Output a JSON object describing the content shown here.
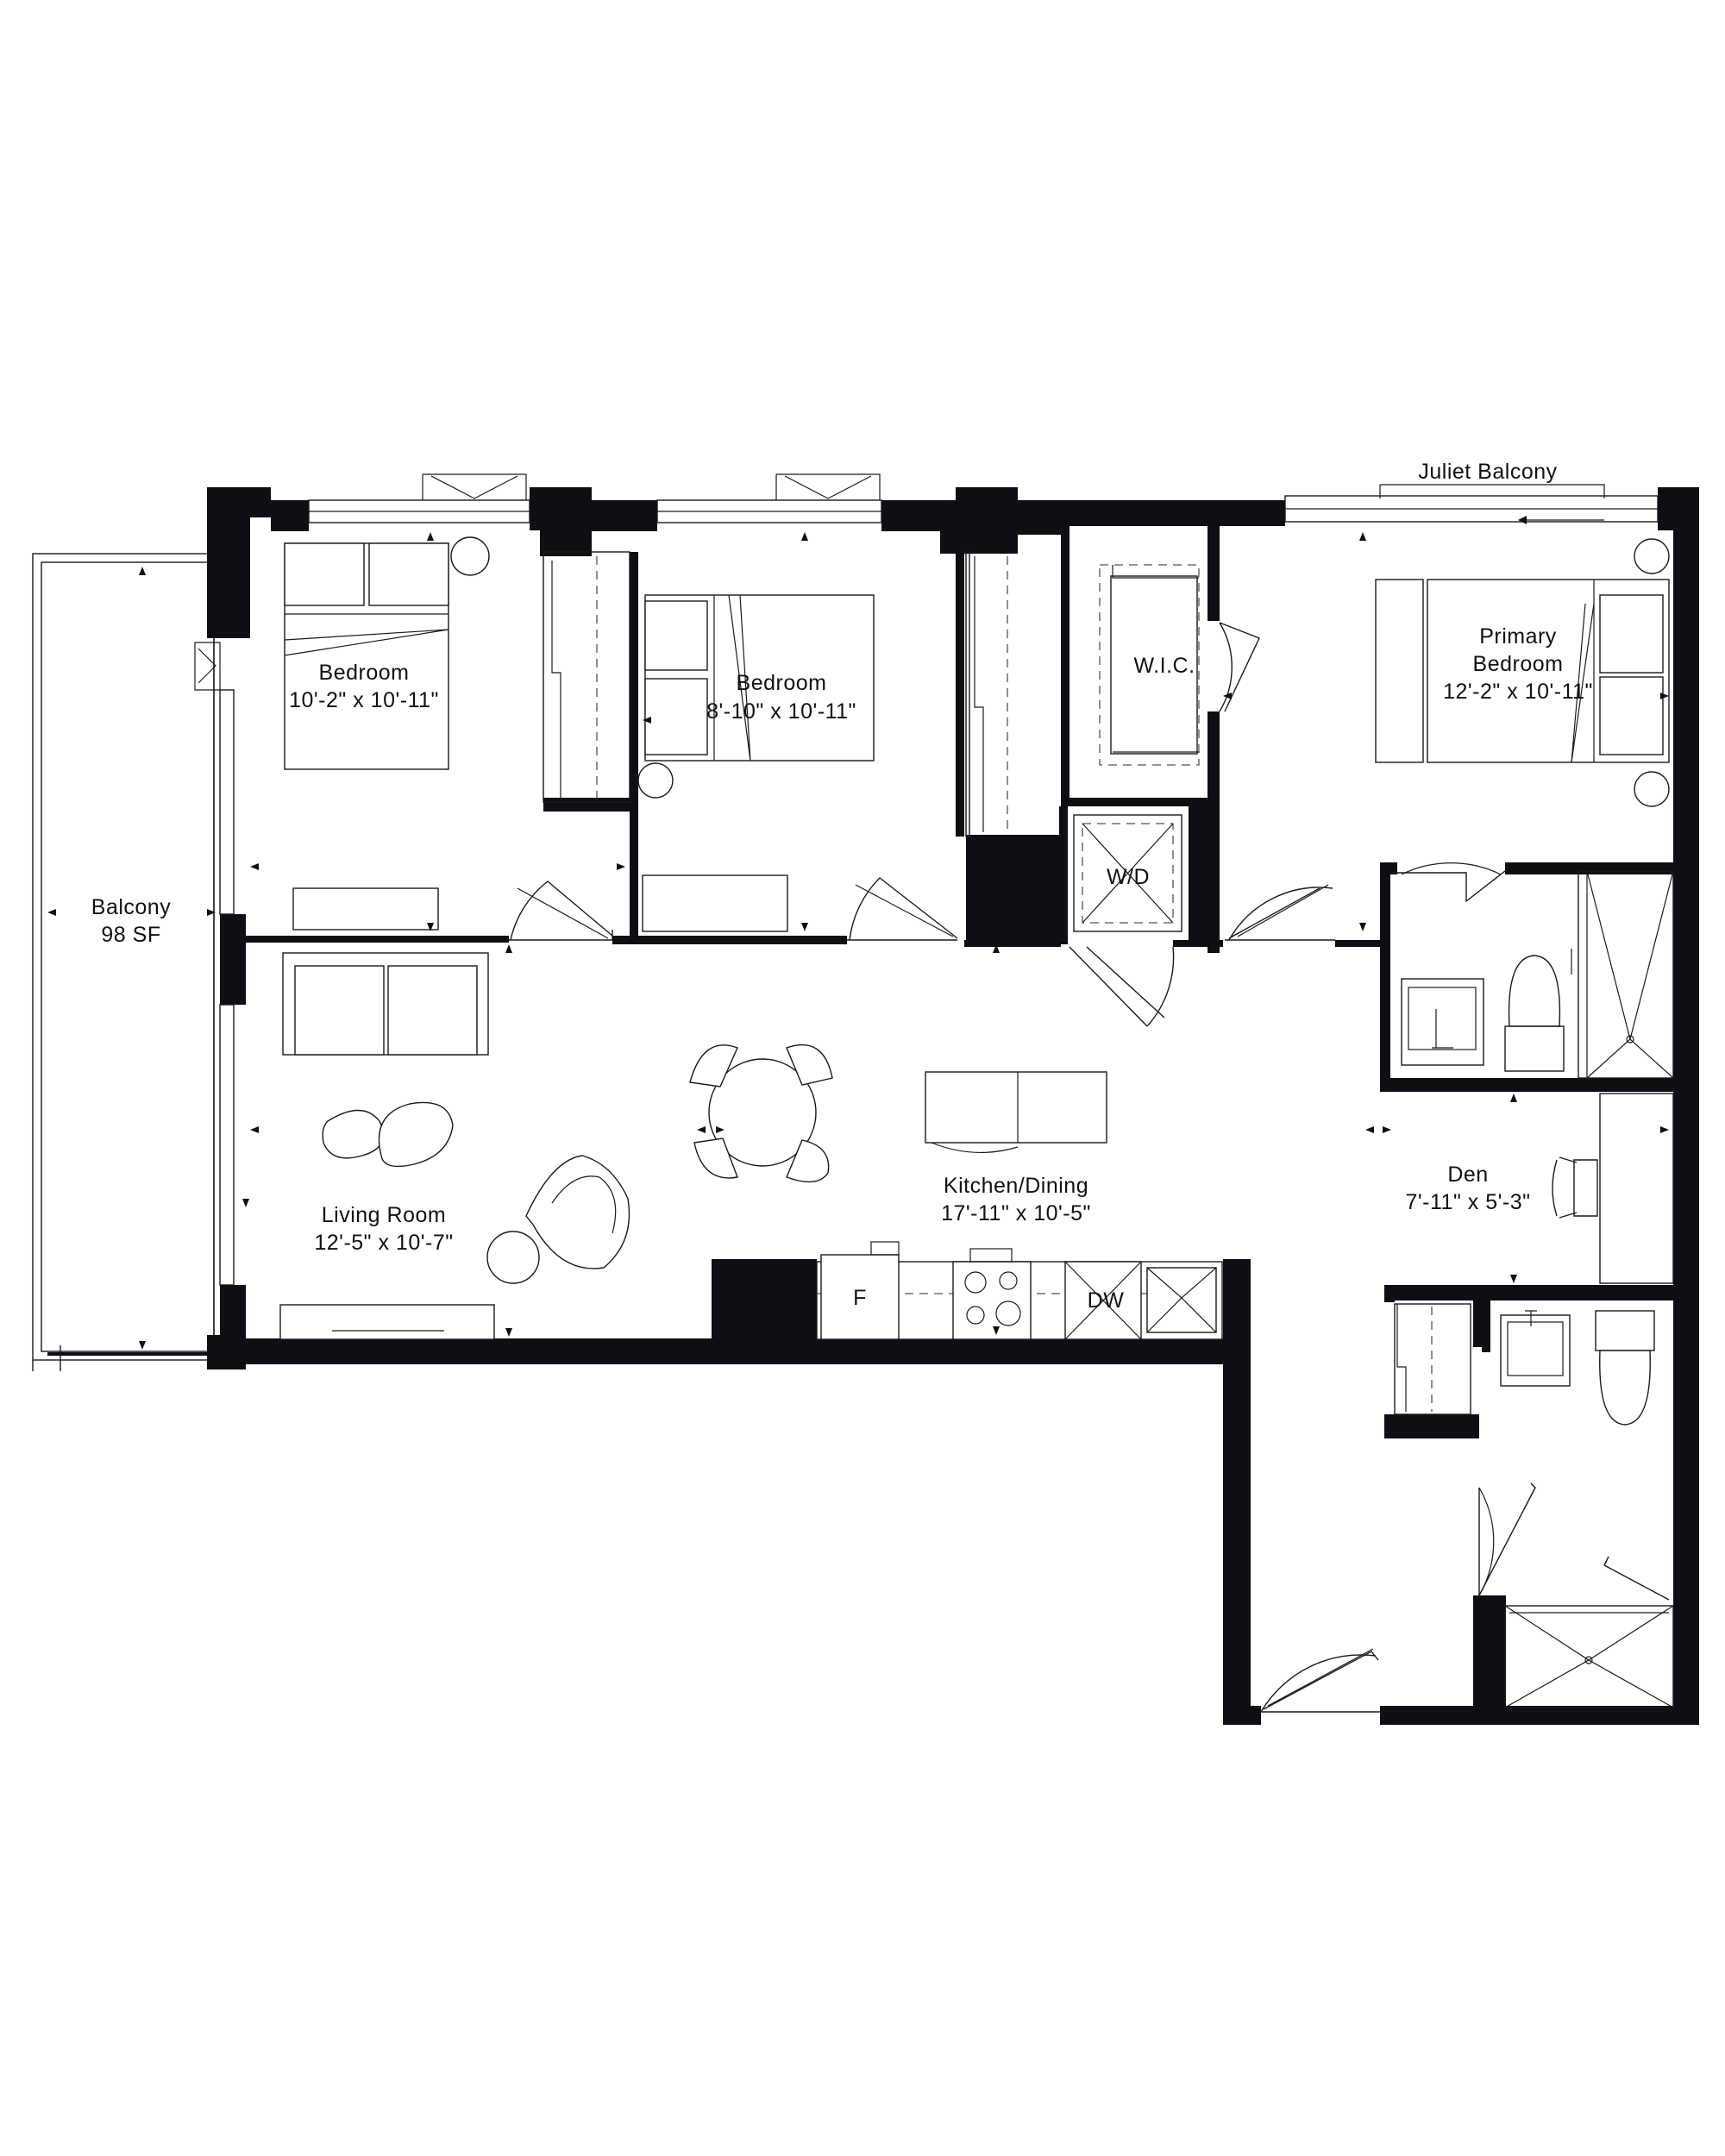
{
  "plan": {
    "rooms": {
      "bedroom_left": {
        "name": "Bedroom",
        "dims": "10'-2\" x 10'-11\""
      },
      "bedroom_middle": {
        "name": "Bedroom",
        "dims": "8'-10\" x 10'-11\""
      },
      "primary_bedroom": {
        "name_line1": "Primary",
        "name_line2": "Bedroom",
        "dims": "12'-2\" x 10'-11\""
      },
      "wic": {
        "name": "W.I.C."
      },
      "laundry": {
        "name": "W/D"
      },
      "balcony": {
        "name": "Balcony",
        "area": "98 SF"
      },
      "juliet_balcony": {
        "name": "Juliet Balcony"
      },
      "living_room": {
        "name": "Living Room",
        "dims": "12'-5\" x 10'-7\""
      },
      "kitchen_dining": {
        "name": "Kitchen/Dining",
        "dims": "17'-11\" x 10'-5\""
      },
      "den": {
        "name": "Den",
        "dims": "7'-11\" x 5'-3\""
      }
    },
    "appliances": {
      "fridge": "F",
      "dishwasher": "DW"
    },
    "colors": {
      "wall": "#0d0f14",
      "line": "#1a1a1a",
      "background": "#ffffff"
    }
  }
}
